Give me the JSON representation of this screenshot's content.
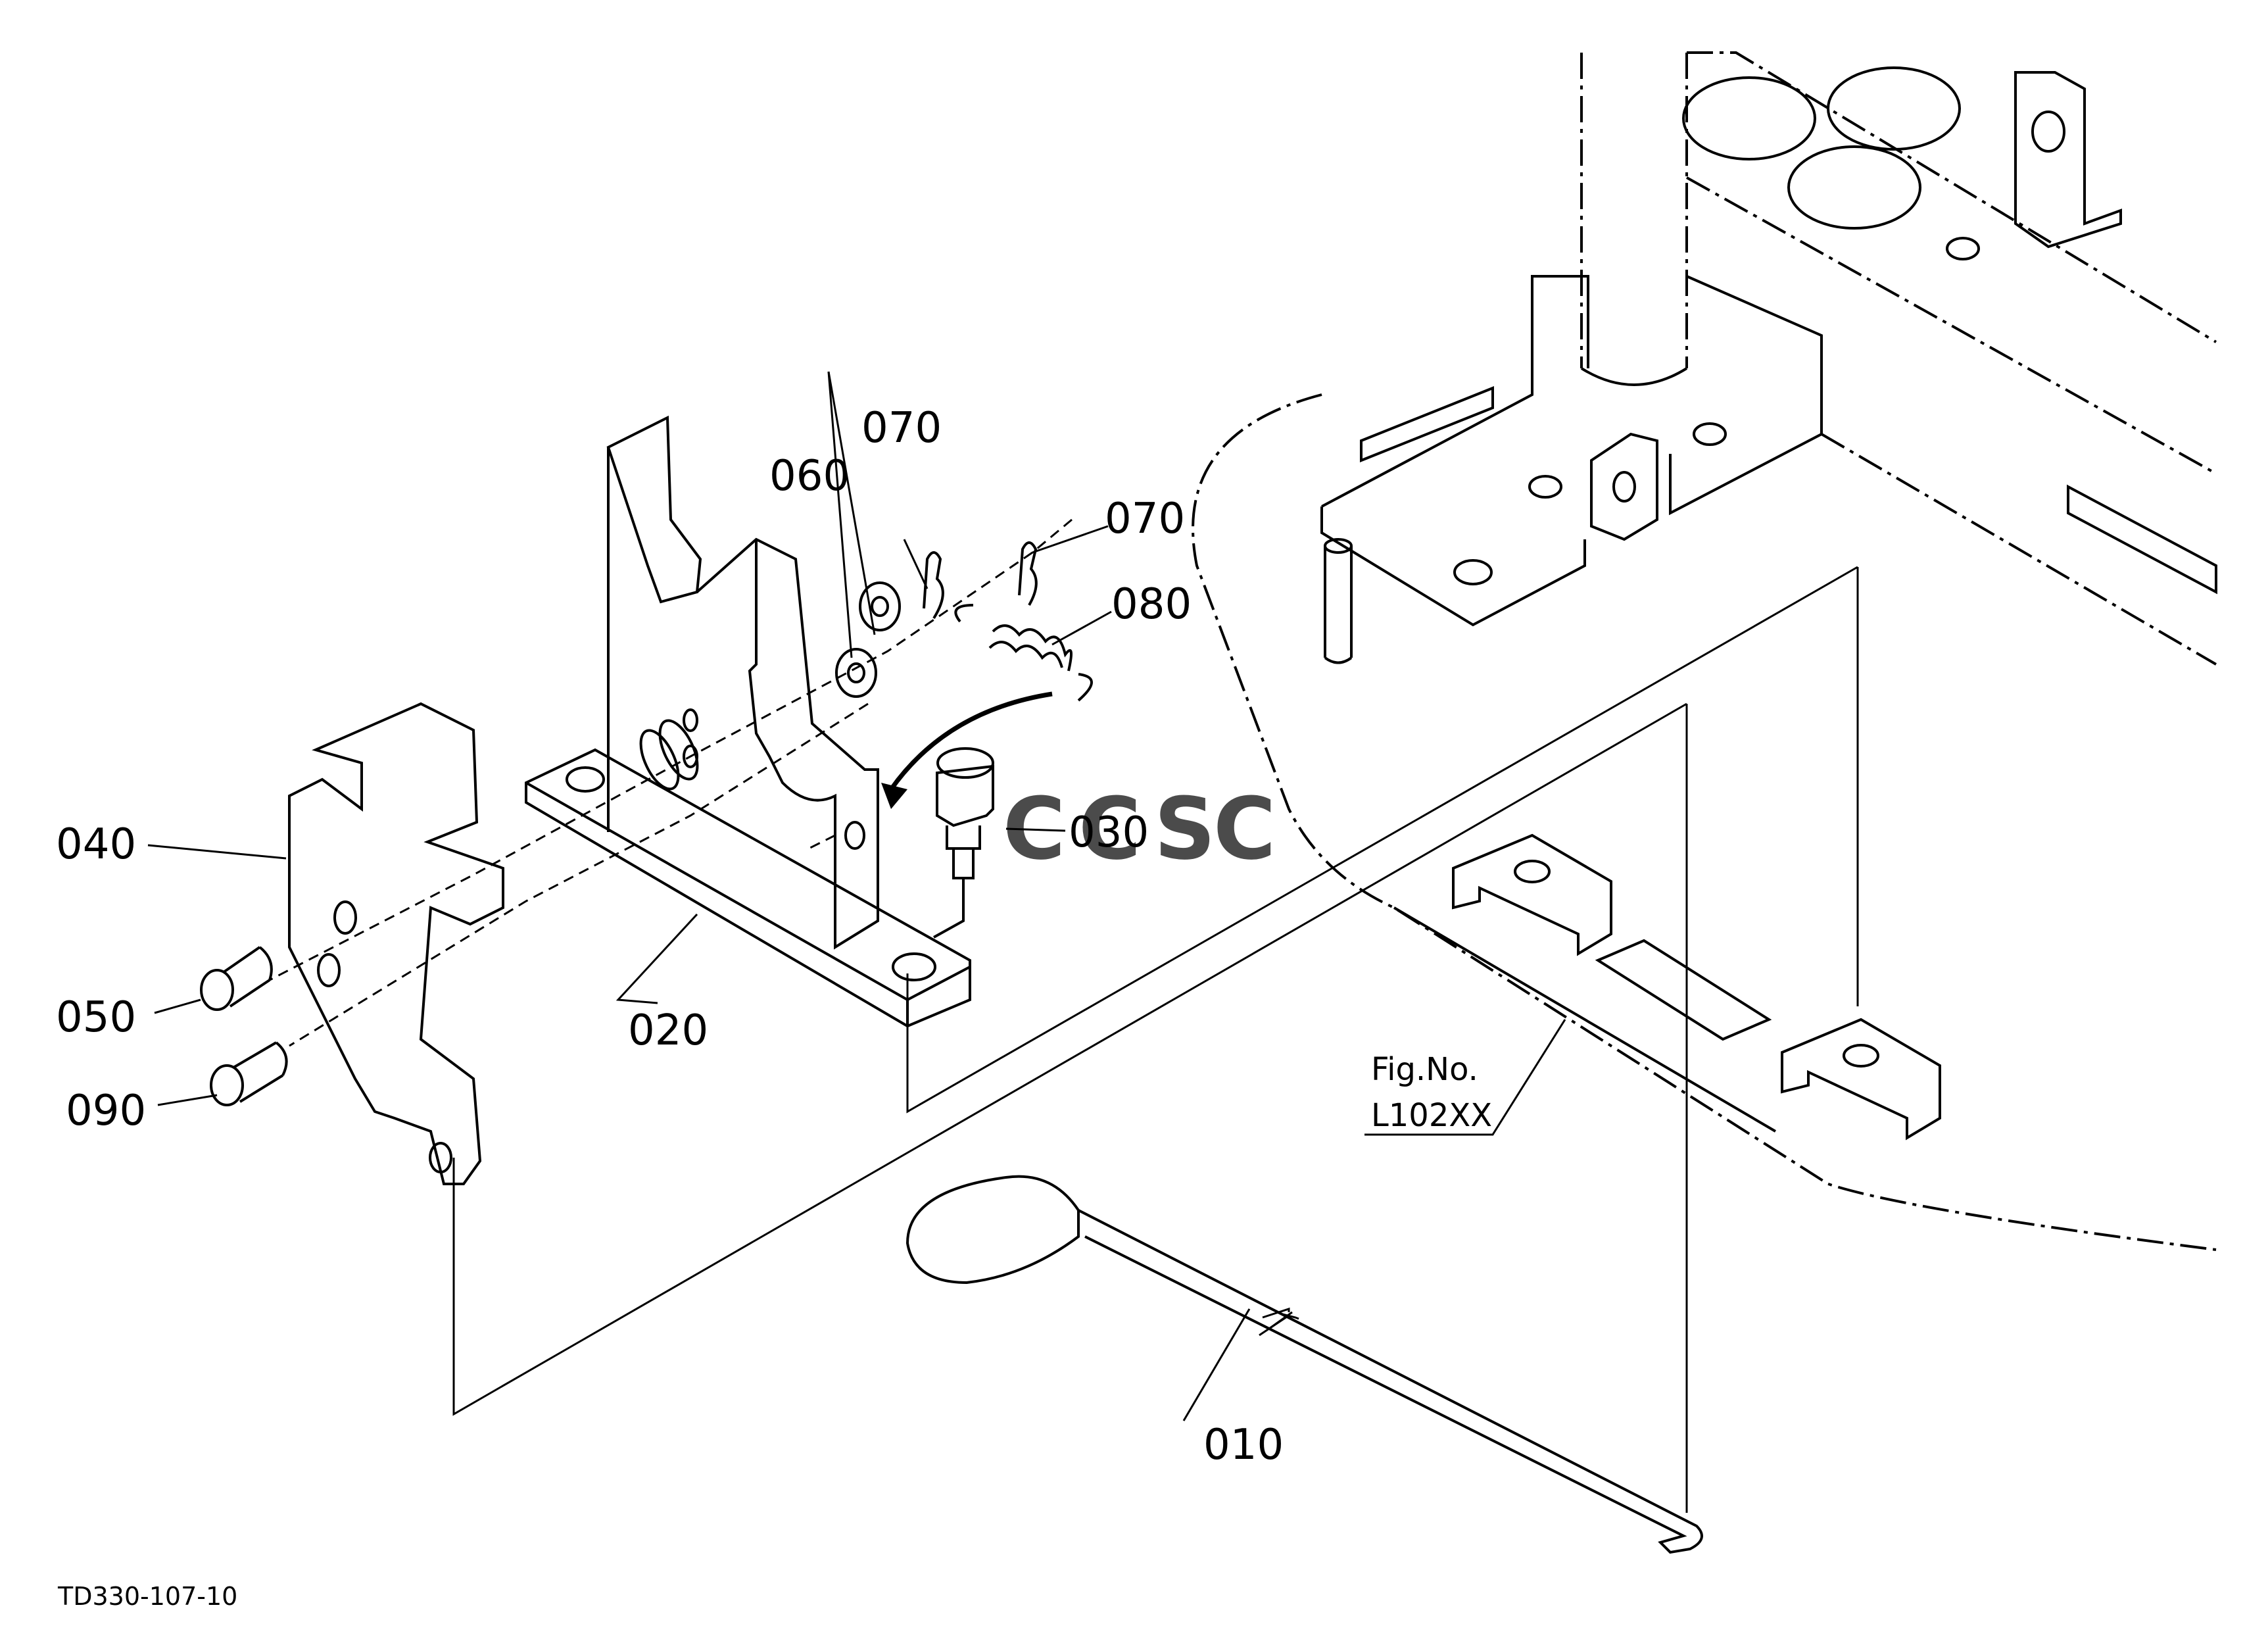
{
  "diagram": {
    "callouts": {
      "p010": "010",
      "p020": "020",
      "p030": "030",
      "p040": "040",
      "p050": "050",
      "p060": "060",
      "p070a": "070",
      "p070b": "070",
      "p080": "080",
      "p090": "090"
    },
    "reference": {
      "label": "Fig.No.",
      "number": "L102XX"
    },
    "drawing_code": "TD330-107-10",
    "watermark": {
      "letters": [
        "C",
        "C",
        "S",
        "C"
      ],
      "colors": [
        "#4285F4",
        "#EA4335",
        "#FBBC05",
        "#34A853"
      ]
    }
  }
}
